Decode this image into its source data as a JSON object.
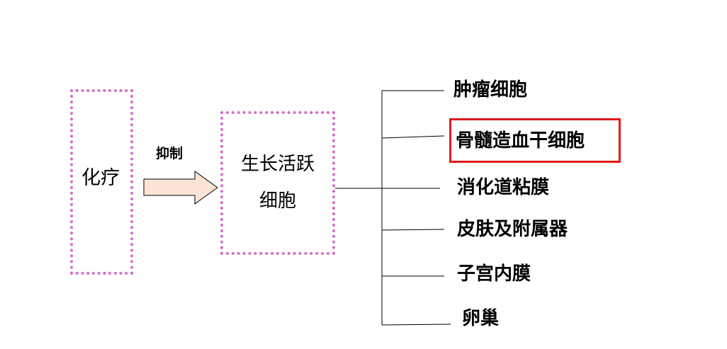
{
  "diagram": {
    "source": {
      "label": "化疗"
    },
    "action": {
      "label": "抑制"
    },
    "middle": {
      "line1": "生长活跃",
      "line2": "细胞"
    },
    "targets": [
      {
        "label": "肿瘤细胞"
      },
      {
        "label": "骨髓造血干细胞",
        "highlighted": true
      },
      {
        "label": "消化道粘膜"
      },
      {
        "label": "皮肤及附属器"
      },
      {
        "label": "子宫内膜"
      },
      {
        "label": "卵巢"
      }
    ]
  },
  "colors": {
    "dotted_border": "#d46bc8",
    "arrow_fill": "#fbe4d5",
    "highlight_border": "#e3191b",
    "line": "#000000"
  },
  "icons": {
    "arrow": "right-block-arrow"
  }
}
